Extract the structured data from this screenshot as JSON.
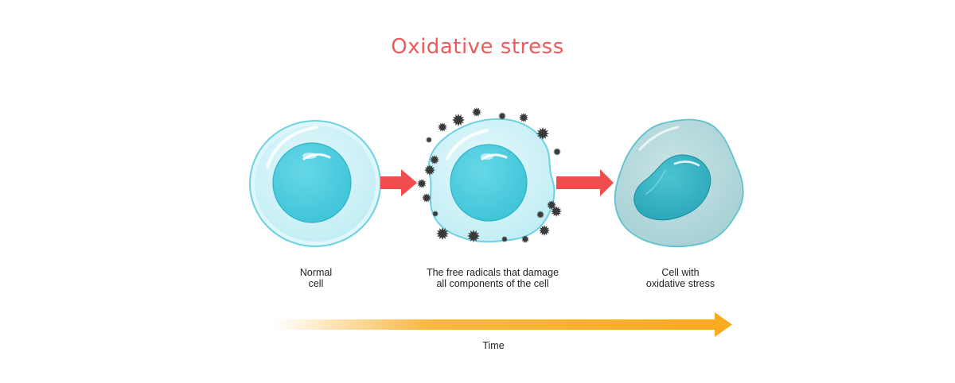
{
  "title": "Oxidative stress",
  "stages": [
    {
      "label_lines": [
        "Normal",
        "cell"
      ]
    },
    {
      "label_lines": [
        "The free radicals that damage",
        "all components of the cell"
      ]
    },
    {
      "label_lines": [
        "Cell with",
        "oxidative stress"
      ]
    }
  ],
  "time_axis": {
    "label": "Time"
  },
  "colors": {
    "title": "#ef5a5a",
    "stage_arrow": "#f04e4e",
    "time_arrow": "#f9aa1e",
    "healthy_cytoplasm": "#d4f3f8",
    "healthy_nucleus": "#4ccde0",
    "stressed_cytoplasm": "#b9dcdf",
    "stressed_nucleus": "#2fb5c6",
    "radical": "#3a3a3a"
  }
}
